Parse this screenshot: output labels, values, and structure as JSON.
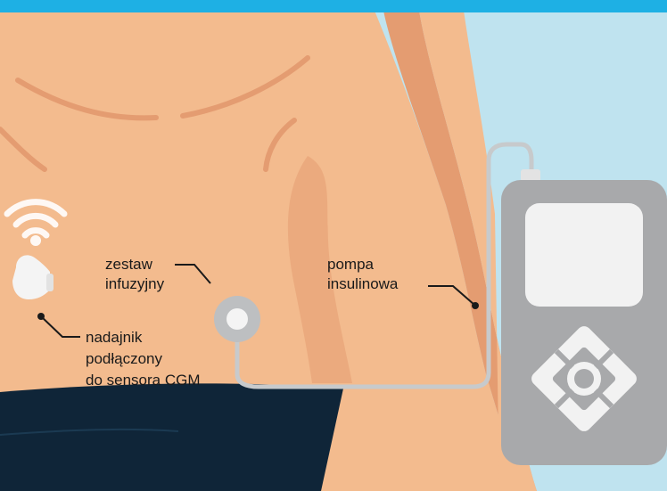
{
  "labels": {
    "transmitter": [
      "nadajnik",
      "podłączony",
      "do sensora CGM"
    ],
    "infusion_set": [
      "zestaw",
      "infuzyjny"
    ],
    "pump": [
      "pompa",
      "insulinowa"
    ]
  },
  "colors": {
    "top_band": "#1eb0e4",
    "background": "#bfe3ef",
    "skin": "#f3bb8e",
    "skin_shadow": "#e49c71",
    "shorts": "#0f2538",
    "pump_body": "#a8a9ab",
    "pump_light": "#f2f2f2",
    "device_white": "#f4f4f4",
    "tube": "#c7cacc",
    "leader_line": "#1a1a1a"
  },
  "icons": [
    "wifi-signal-icon",
    "transmitter-device-icon",
    "infusion-port-icon",
    "pump-screen-icon",
    "pump-dpad-icon"
  ]
}
